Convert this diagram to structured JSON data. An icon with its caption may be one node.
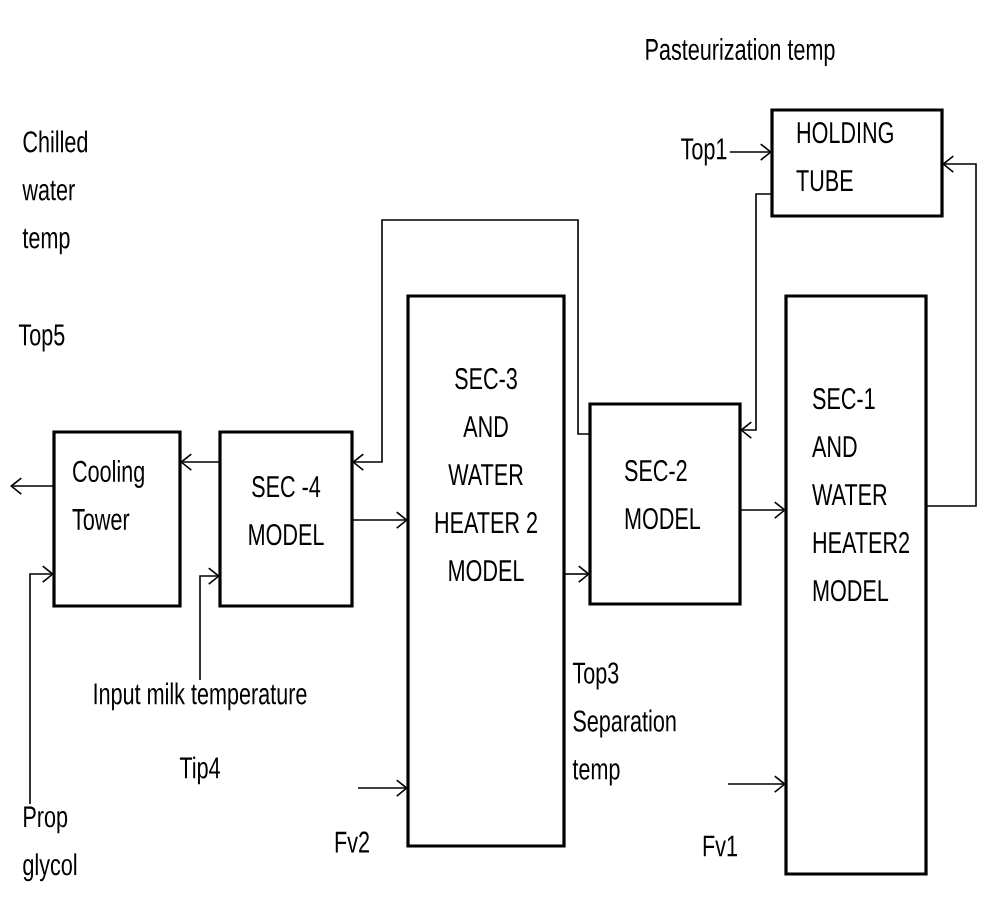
{
  "diagram": {
    "nodes": [
      {
        "text": [
          "Top1"
        ]
      },
      {
        "text": [
          "HOLDING TUBE"
        ]
      },
      {
        "text": [
          "Cooling Tower"
        ]
      },
      {
        "text": [
          "SEC -4 MODEL"
        ]
      },
      {
        "text": [
          "SEC-3 AND WATER HEATER 2 MODEL"
        ]
      },
      {
        "text": [
          "SEC-2 MODEL"
        ]
      },
      {
        "text": [
          "SEC-1 AND WATER HEATER2 MODEL"
        ]
      },
      {
        "text": [
          "Input milk temperature",
          "Tip4"
        ]
      },
      {
        "text": [
          "Prop glycol"
        ]
      }
    ],
    "edges": [
      {
        "from": 0,
        "to": 1,
        "arrow": "to"
      },
      {
        "from": 6,
        "to": 1,
        "arrow": "to"
      },
      {
        "from": 1,
        "to": 5,
        "arrow": "to"
      },
      {
        "from": 5,
        "to": 3,
        "arrow": "to"
      },
      {
        "from": 2,
        "to": null,
        "arrow": "to"
      },
      {
        "from": 3,
        "to": 2,
        "arrow": "to"
      },
      {
        "from": 3,
        "to": 4,
        "arrow": "to"
      },
      {
        "from": 4,
        "to": 5,
        "arrow": "to"
      },
      {
        "from": 5,
        "to": 6,
        "arrow": "to"
      },
      {
        "from": 8,
        "to": 2,
        "arrow": "to"
      },
      {
        "from": 7,
        "to": 3,
        "arrow": "to"
      },
      {
        "from": null,
        "to": 4,
        "arrow": "to",
        "label": "Fv2"
      },
      {
        "from": null,
        "to": 6,
        "arrow": "to",
        "label": "Fv1"
      }
    ],
    "labels": [
      "Pasteurization temp",
      "Chilled water temp",
      "Top5",
      "Top3 Separation temp"
    ]
  }
}
